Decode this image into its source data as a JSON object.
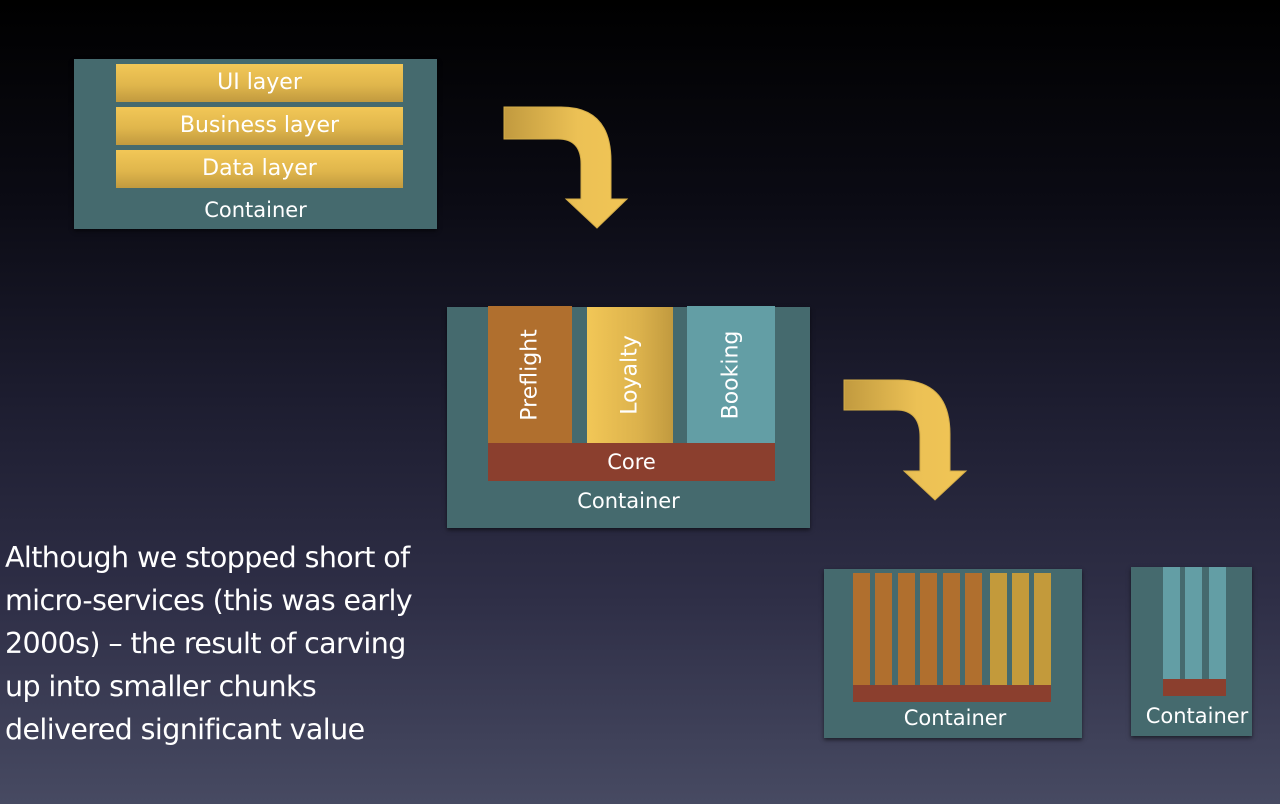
{
  "slide": {
    "monolith": {
      "layers": [
        "UI layer",
        "Business layer",
        "Data layer"
      ],
      "container_label": "Container"
    },
    "modular": {
      "modules": [
        {
          "label": "Preflight",
          "color": "#b06f2e"
        },
        {
          "label": "Loyalty",
          "color": "#e0b64c"
        },
        {
          "label": "Booking",
          "color": "#639ea5"
        }
      ],
      "core_label": "Core",
      "container_label": "Container"
    },
    "split": {
      "container_a": {
        "label": "Container",
        "bars": [
          "#b06f2e",
          "#b06f2e",
          "#b06f2e",
          "#b06f2e",
          "#b06f2e",
          "#b06f2e",
          "#c39a3b",
          "#c39a3b",
          "#c39a3b"
        ],
        "core_color": "#8b3f2e"
      },
      "container_b": {
        "label": "Container",
        "bars": [
          "#639ea5",
          "#639ea5",
          "#639ea5"
        ],
        "core_color": "#8b3f2e"
      }
    },
    "arrows": [
      {
        "name": "arrow-monolith-to-modular",
        "icon": "curved-arrow-down-icon"
      },
      {
        "name": "arrow-modular-to-split",
        "icon": "curved-arrow-down-icon"
      }
    ],
    "caption": "Although we stopped short of micro-services (this was early 2000s) – the result of carving up into smaller chunks delivered significant value",
    "colors": {
      "container": "#456a6e",
      "layer_gold": "#e0b64c",
      "core": "#8b3f2e",
      "preflight": "#b06f2e",
      "booking": "#639ea5"
    }
  }
}
